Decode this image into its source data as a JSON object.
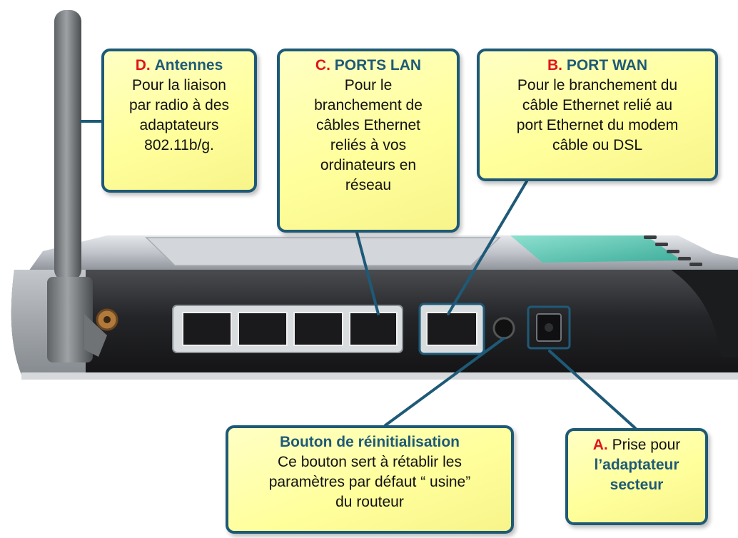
{
  "callouts": {
    "d": {
      "letter": "D.",
      "title": "Antennes",
      "lines": [
        "Pour la liaison",
        "par radio à des",
        "adaptateurs",
        "802.11b/g."
      ]
    },
    "c": {
      "letter": "C.",
      "title": "PORTS LAN",
      "lines": [
        "Pour le",
        "branchement de",
        "câbles Ethernet",
        "reliés à vos",
        "ordinateurs en",
        "réseau"
      ]
    },
    "b": {
      "letter": "B.",
      "title": "PORT WAN",
      "lines": [
        "Pour le branchement du",
        "câble Ethernet relié au",
        "port Ethernet du modem",
        "câble ou DSL"
      ]
    },
    "reset": {
      "title": "Bouton de réinitialisation",
      "lines": [
        "Ce bouton sert à rétablir les",
        "paramètres par défaut “ usine”",
        "du routeur"
      ]
    },
    "a": {
      "letter": "A.",
      "text": "Prise pour",
      "strong_lines": [
        "l’adaptateur",
        "secteur"
      ]
    }
  },
  "colors": {
    "callout_border": "#1e5a77",
    "callout_fill": "#ffff9c",
    "letter_red": "#e0141c",
    "router_body": "#2b2b2b",
    "router_top": "#c9ccd1",
    "teal_panel": "#5fc7b4"
  }
}
